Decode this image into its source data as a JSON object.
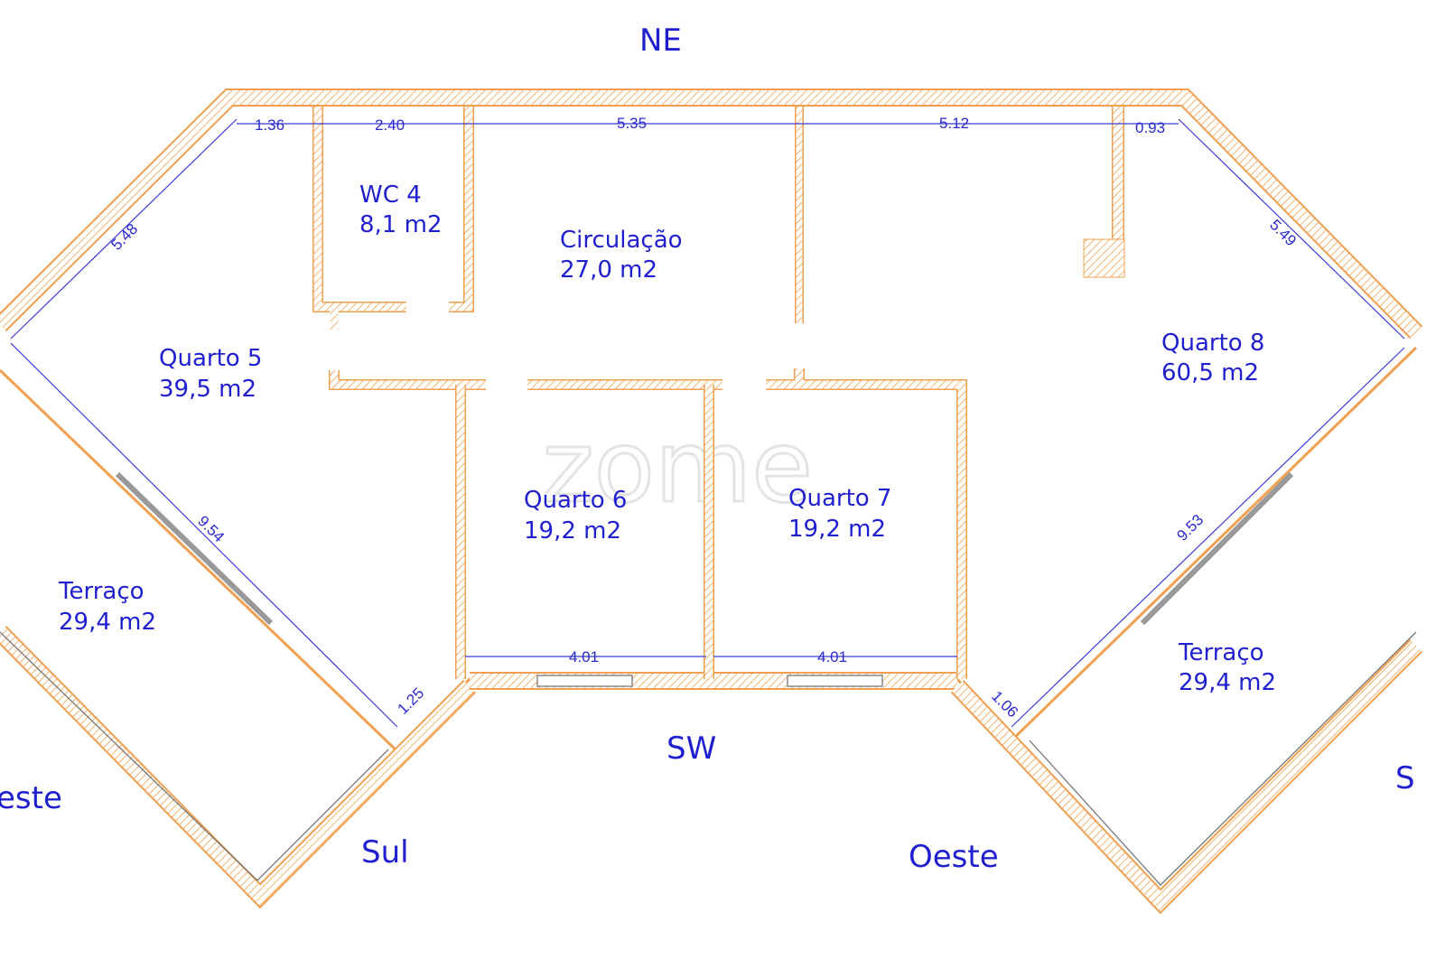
{
  "orientation": {
    "top": "NE",
    "bottom_center": "SW",
    "bottom_left_a": "Sul",
    "bottom_center_right": "Oeste",
    "left_edge": "este",
    "right_edge": "S"
  },
  "rooms": [
    {
      "name": "WC 4",
      "area": "8,1 m2"
    },
    {
      "name": "Circulação",
      "area": "27,0 m2"
    },
    {
      "name": "Quarto 5",
      "area": "39,5 m2"
    },
    {
      "name": "Quarto 6",
      "area": "19,2 m2"
    },
    {
      "name": "Quarto 7",
      "area": "19,2 m2"
    },
    {
      "name": "Quarto 8",
      "area": "60,5 m2"
    },
    {
      "name": "Terraço",
      "area": "29,4 m2"
    },
    {
      "name": "Terraço",
      "area": "29,4 m2"
    }
  ],
  "dimensions": {
    "top": [
      "1.36",
      "2.40",
      "5.35",
      "5.12",
      "0.93"
    ],
    "left_diag_upper": "5.48",
    "right_diag_upper": "5.49",
    "left_diag_long": "9.54",
    "right_diag_long": "9.53",
    "quarto6_width": "4.01",
    "quarto7_width": "4.01",
    "left_small": "1.25",
    "right_small": "1.06"
  },
  "watermark": "zome",
  "colors": {
    "wall": "#f0a050",
    "text": "#1f1fd0"
  }
}
